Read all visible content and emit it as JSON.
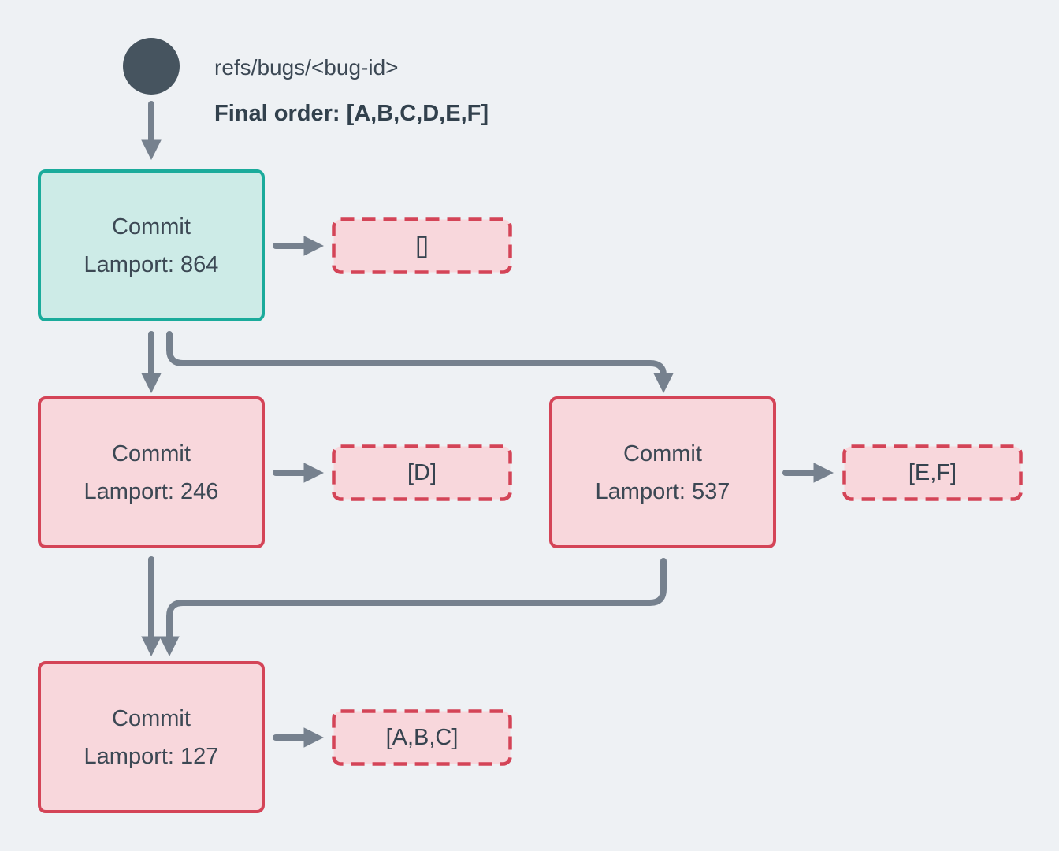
{
  "colors": {
    "background": "#eef1f4",
    "ref_node": "#46545f",
    "teal_border": "#1aab9b",
    "teal_fill": "#cdebe7",
    "red_border": "#d44457",
    "pink_fill": "#f8d7dc",
    "arrow": "#76818e",
    "text": "#3c4854"
  },
  "ref": {
    "label": "refs/bugs/<bug-id>",
    "final_order": "Final order: [A,B,C,D,E,F]"
  },
  "nodes": [
    {
      "id": "commit-864",
      "title": "Commit",
      "lamport": "Lamport: 864",
      "highlight": "teal",
      "payload": "[]"
    },
    {
      "id": "commit-246",
      "title": "Commit",
      "lamport": "Lamport: 246",
      "highlight": "red",
      "payload": "[D]"
    },
    {
      "id": "commit-537",
      "title": "Commit",
      "lamport": "Lamport: 537",
      "highlight": "red",
      "payload": "[E,F]"
    },
    {
      "id": "commit-127",
      "title": "Commit",
      "lamport": "Lamport: 127",
      "highlight": "red",
      "payload": "[A,B,C]"
    }
  ],
  "edges": [
    {
      "from": "ref",
      "to": "commit-864"
    },
    {
      "from": "commit-864",
      "to": "commit-246"
    },
    {
      "from": "commit-864",
      "to": "commit-537"
    },
    {
      "from": "commit-246",
      "to": "commit-127"
    },
    {
      "from": "commit-537",
      "to": "commit-127"
    },
    {
      "from": "commit-864",
      "to": "payload-empty"
    },
    {
      "from": "commit-246",
      "to": "payload-d"
    },
    {
      "from": "commit-537",
      "to": "payload-ef"
    },
    {
      "from": "commit-127",
      "to": "payload-abc"
    }
  ]
}
